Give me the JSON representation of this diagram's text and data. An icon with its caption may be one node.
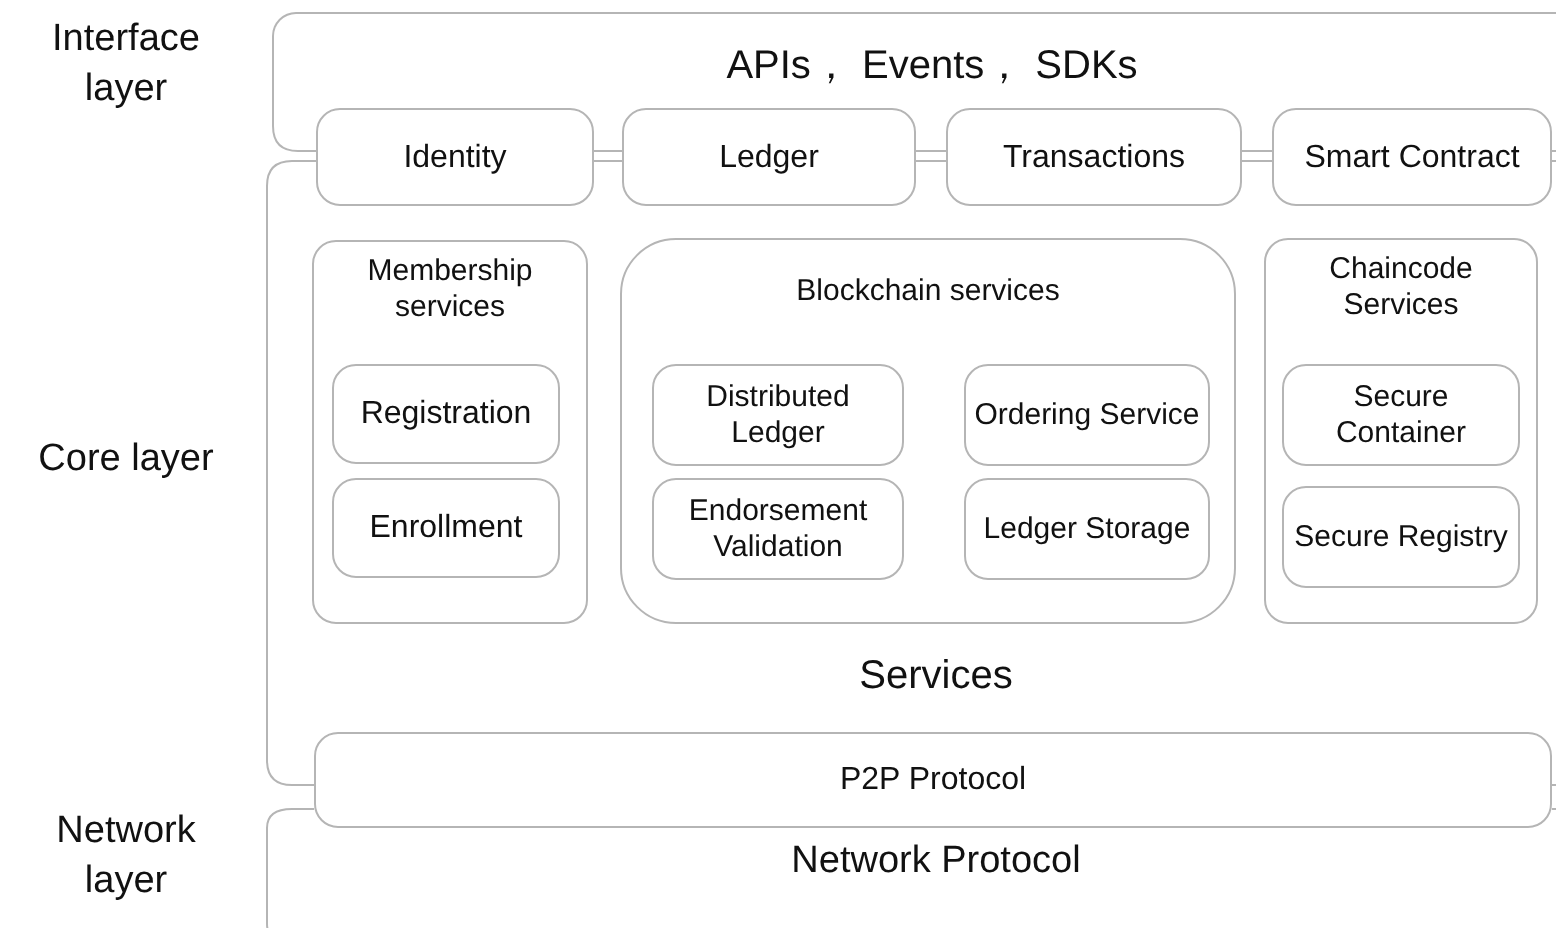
{
  "diagram": {
    "nodes": [
      {
        "text": [
          "APIs， Events， SDKs"
        ]
      },
      {
        "text": [
          "Identity"
        ]
      },
      {
        "text": [
          "Ledger"
        ]
      },
      {
        "text": [
          "Transactions"
        ]
      },
      {
        "text": [
          "Smart Contract"
        ]
      },
      {
        "text": [
          "Services"
        ]
      },
      {
        "text": [
          "Membership services"
        ],
        "in": 5
      },
      {
        "text": [
          "Registration"
        ],
        "in": 6
      },
      {
        "text": [
          "Enrollment"
        ],
        "in": 6
      },
      {
        "text": [
          "Blockchain services"
        ],
        "in": 5
      },
      {
        "text": [
          "Distributed Ledger"
        ],
        "in": 9
      },
      {
        "text": [
          "Ordering Service"
        ],
        "in": 9
      },
      {
        "text": [
          "Endorsement Validation"
        ],
        "in": 9
      },
      {
        "text": [
          "Ledger Storage"
        ],
        "in": 9
      },
      {
        "text": [
          "Chaincode Services"
        ],
        "in": 5
      },
      {
        "text": [
          "Secure Container"
        ],
        "in": 14
      },
      {
        "text": [
          "Secure Registry"
        ],
        "in": 14
      },
      {
        "text": [
          "P2P Protocol"
        ]
      },
      {
        "text": [
          "Network Protocol"
        ]
      }
    ],
    "labels": [
      "Interface layer",
      "Core layer",
      "Network layer"
    ]
  }
}
